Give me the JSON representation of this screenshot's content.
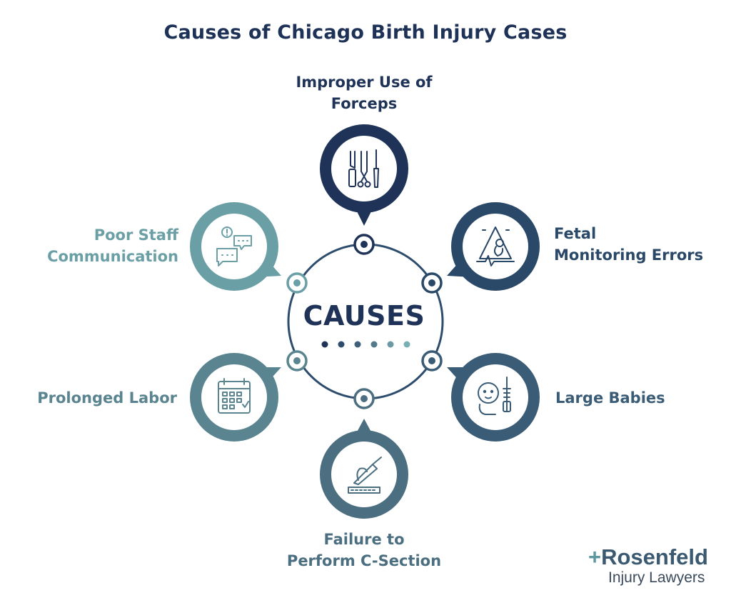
{
  "title": "Causes of Chicago Birth Injury Cases",
  "center": {
    "label": "CAUSES",
    "dots": [
      "#1f3358",
      "#2e4c6c",
      "#3f6079",
      "#537a8a",
      "#6a9aa3",
      "#79aeb2"
    ]
  },
  "causes": [
    {
      "id": "forceps",
      "line1": "Improper Use of",
      "line2": "Forceps",
      "color": "#1f3358",
      "icon": "forceps-icon"
    },
    {
      "id": "fetal",
      "line1": "Fetal",
      "line2": "Monitoring Errors",
      "color": "#2a4868",
      "icon": "ultrasound-icon"
    },
    {
      "id": "large",
      "line1": "Large Babies",
      "line2": "",
      "color": "#3a5c76",
      "icon": "baby-icon"
    },
    {
      "id": "csection",
      "line1": "Failure to",
      "line2": "Perform C-Section",
      "color": "#4b6e80",
      "icon": "scalpel-icon"
    },
    {
      "id": "labor",
      "line1": "Prolonged Labor",
      "line2": "",
      "color": "#5a8590",
      "icon": "calendar-icon"
    },
    {
      "id": "staff",
      "line1": "Poor Staff",
      "line2": "Communication",
      "color": "#6b9fa6",
      "icon": "chat-icon"
    }
  ],
  "logo": {
    "brand_plus": "+",
    "brand_rest": "Rosenfeld",
    "sub": "Injury Lawyers"
  }
}
